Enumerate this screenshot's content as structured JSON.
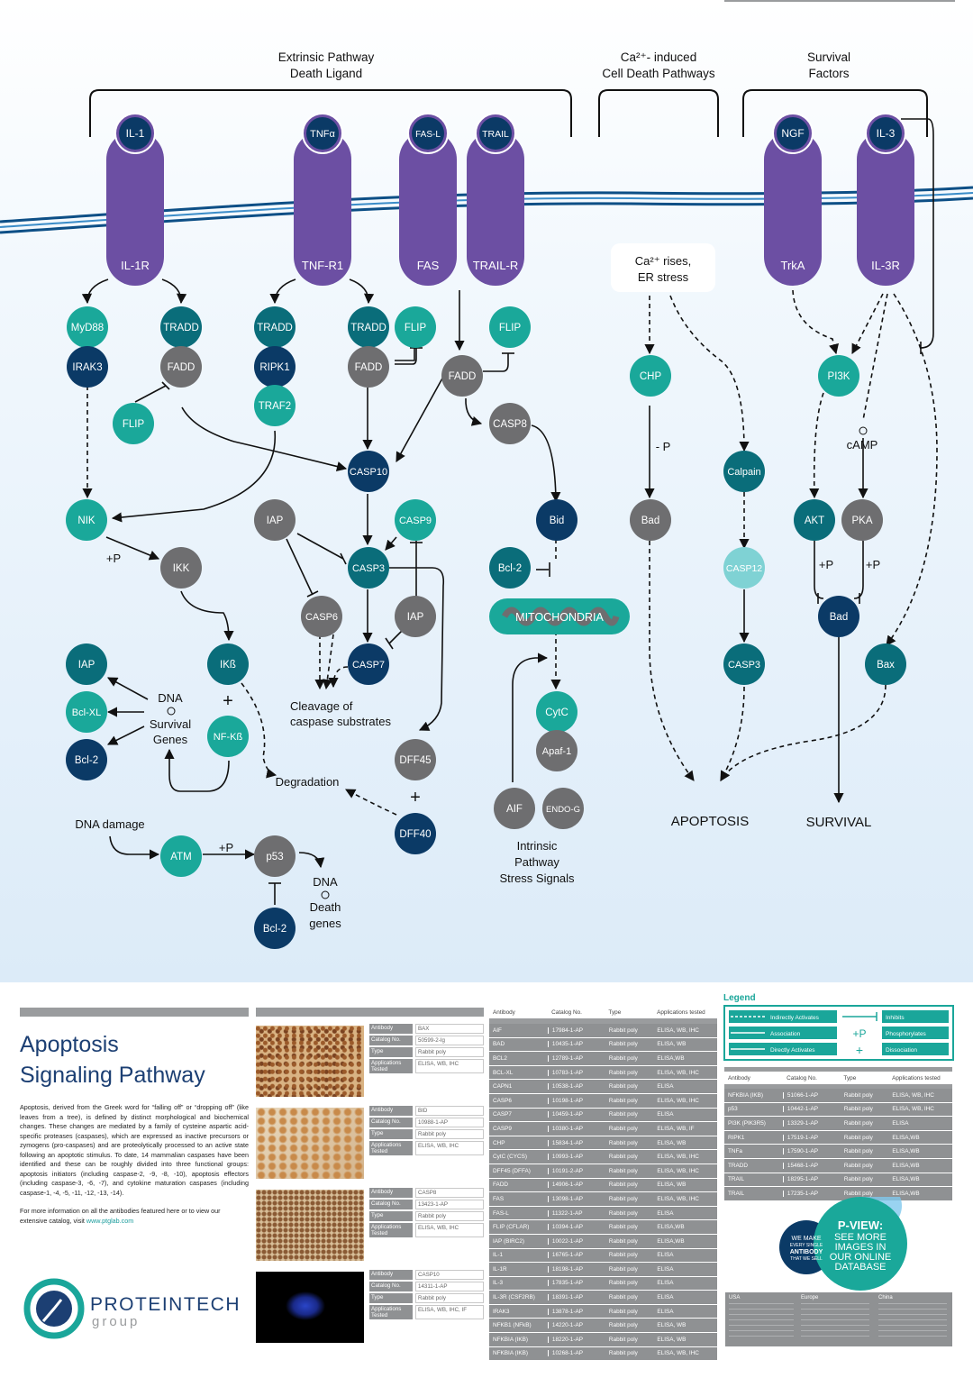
{
  "headers": {
    "extrinsic_line1": "Extrinsic Pathway",
    "extrinsic_line2": "Death Ligand",
    "ca_line1": "Ca²⁺- induced",
    "ca_line2": "Cell Death Pathways",
    "survival_line1": "Survival",
    "survival_line2": "Factors"
  },
  "ligands": {
    "il1": "IL-1",
    "tnfa": "TNFα",
    "fasl": "FAS-L",
    "trail": "TRAIL",
    "ngf": "NGF",
    "il3": "IL-3"
  },
  "receptors": {
    "il1r": "IL-1R",
    "tnfr1": "TNF-R1",
    "fas": "FAS",
    "trailr": "TRAIL-R",
    "trka": "TrkA",
    "il3r": "IL-3R"
  },
  "ca_box": {
    "line1": "Ca²⁺ rises,",
    "line2": "ER stress"
  },
  "nodes": {
    "myd88": "MyD88",
    "irak3": "IRAK3",
    "tradd1": "TRADD",
    "fadd1": "FADD",
    "flip1": "FLIP",
    "tradd2": "TRADD",
    "ripk1": "RIPK1",
    "traf2": "TRAF2",
    "tradd3": "TRADD",
    "fadd2": "FADD",
    "flip2": "FLIP",
    "fadd3": "FADD",
    "flip3": "FLIP",
    "casp8": "CASP8",
    "casp10": "CASP10",
    "nik": "NIK",
    "ikk": "IKK",
    "iap1": "IAP",
    "casp9": "CASP9",
    "casp3": "CASP3",
    "casp6": "CASP6",
    "iap2": "IAP",
    "casp7": "CASP7",
    "bid": "Bid",
    "bcl2a": "Bcl-2",
    "mito": "MITOCHONDRIA",
    "cytc": "CytC",
    "apaf1": "Apaf-1",
    "aif": "AIF",
    "endog": "ENDO-G",
    "chp": "CHP",
    "bad1": "Bad",
    "calpain": "Calpain",
    "casp12": "CASP12",
    "casp3b": "CASP3",
    "pi3k": "PI3K",
    "akt": "AKT",
    "pka": "PKA",
    "bad2": "Bad",
    "bax": "Bax",
    "iap3": "IAP",
    "bclxl": "Bcl-XL",
    "bcl2b": "Bcl-2",
    "ikb": "IKß",
    "nfkb": "NF-Kß",
    "dff45": "DFF45",
    "dff40": "DFF40",
    "atm": "ATM",
    "p53": "p53",
    "bcl2c": "Bcl-2"
  },
  "labels": {
    "plus_p1": "+P",
    "plus_p2": "+P",
    "plus_p3": "+P",
    "plus_p4": "+P",
    "minus_p": "- P",
    "camp": "cAMP",
    "cleavage1": "Cleavage of",
    "cleavage2": "caspase substrates",
    "dna1": "DNA",
    "survival_genes1": "Survival",
    "survival_genes2": "Genes",
    "degradation": "Degradation",
    "dna_damage": "DNA damage",
    "dna2": "DNA",
    "death_genes1": "Death",
    "death_genes2": "genes",
    "intrinsic1": "Intrinsic",
    "intrinsic2": "Pathway",
    "intrinsic3": "Stress Signals",
    "apoptosis": "APOPTOSIS",
    "survival": "SURVIVAL",
    "plus_sign1": "+",
    "plus_sign2": "+"
  },
  "title_line1": "Apoptosis",
  "title_line2": "Signaling Pathway",
  "description": "Apoptosis, derived from the Greek word for “falling off” or “dropping off” (like leaves from a tree), is defined by distinct morphological and biochemical changes. These changes are mediated by a family of cysteine aspartic acid-specific proteases (caspases), which are expressed as inactive precursors or zymogens (pro-caspases) and are proteolytically processed to an active state following an apoptotic stimulus. To date, 14 mammalian caspases have been identified and these can be roughly divided into three functional groups: apoptosis initiators (including caspase-2, -9, -8, -10), apoptosis effectors (including caspase-3, -6, -7), and cytokine maturation caspases (including caspase-1, -4, -5, -11, -12, -13, -14).",
  "more_info": "For more information on all the antibodies featured here or to view our extensive catalog, visit",
  "more_link": "www.ptglab.com",
  "logo_line1": "PROTEINTECH",
  "logo_line2": "group",
  "products": [
    {
      "antibody": "BAX",
      "catalog": "50599-2-Ig",
      "type": "Rabbit poly",
      "apps": "ELISA, WB, IHC"
    },
    {
      "antibody": "BID",
      "catalog": "10988-1-AP",
      "type": "Rabbit poly",
      "apps": "ELISA, WB, IHC"
    },
    {
      "antibody": "CASP8",
      "catalog": "13423-1-AP",
      "type": "Rabbit poly",
      "apps": "ELISA, WB, IHC"
    },
    {
      "antibody": "CASP10",
      "catalog": "14311-1-AP",
      "type": "Rabbit poly",
      "apps": "ELISA, WB, IHC, IF"
    }
  ],
  "product_keys": {
    "antibody": "Antibody",
    "catalog": "Catalog No.",
    "type": "Type",
    "apps": "Applications Tested"
  },
  "table_headers": {
    "antibody": "Antibody",
    "catalog": "Catalog No.",
    "type": "Type",
    "apps": "Applications tested"
  },
  "table1": [
    [
      "AIF",
      "17984-1-AP",
      "Rabbit poly",
      "ELISA, WB, IHC"
    ],
    [
      "BAD",
      "10435-1-AP",
      "Rabbit poly",
      "ELISA, WB"
    ],
    [
      "BCL2",
      "12789-1-AP",
      "Rabbit poly",
      "ELISA,WB"
    ],
    [
      "BCL-XL",
      "10783-1-AP",
      "Rabbit poly",
      "ELISA, WB, IHC"
    ],
    [
      "CAPN1",
      "10538-1-AP",
      "Rabbit poly",
      "ELISA"
    ],
    [
      "CASP6",
      "10198-1-AP",
      "Rabbit poly",
      "ELISA, WB, IHC"
    ],
    [
      "CASP7",
      "10459-1-AP",
      "Rabbit poly",
      "ELISA"
    ],
    [
      "CASP9",
      "10380-1-AP",
      "Rabbit poly",
      "ELISA, WB, IF"
    ],
    [
      "CHP",
      "15834-1-AP",
      "Rabbit poly",
      "ELISA, WB"
    ],
    [
      "CytC (CYCS)",
      "10993-1-AP",
      "Rabbit poly",
      "ELISA, WB, IHC"
    ],
    [
      "DFF45 (DFFA)",
      "10191-2-AP",
      "Rabbit poly",
      "ELISA, WB, IHC"
    ],
    [
      "FADD",
      "14906-1-AP",
      "Rabbit poly",
      "ELISA, WB"
    ],
    [
      "FAS",
      "13098-1-AP",
      "Rabbit poly",
      "ELISA, WB, IHC"
    ],
    [
      "FAS-L",
      "11322-1-AP",
      "Rabbit poly",
      "ELISA"
    ],
    [
      "FLIP (CFLAR)",
      "10394-1-AP",
      "Rabbit poly",
      "ELISA,WB"
    ],
    [
      "IAP (BIRC2)",
      "10022-1-AP",
      "Rabbit poly",
      "ELISA,WB"
    ],
    [
      "IL-1",
      "16765-1-AP",
      "Rabbit poly",
      "ELISA"
    ],
    [
      "IL-1R",
      "18198-1-AP",
      "Rabbit poly",
      "ELISA"
    ],
    [
      "IL-3",
      "17835-1-AP",
      "Rabbit poly",
      "ELISA"
    ],
    [
      "IL-3R (CSF2RB)",
      "18391-1-AP",
      "Rabbit poly",
      "ELISA"
    ],
    [
      "IRAK3",
      "13878-1-AP",
      "Rabbit poly",
      "ELISA"
    ],
    [
      "NFKB1 (NFkB)",
      "14220-1-AP",
      "Rabbit poly",
      "ELISA, WB"
    ],
    [
      "NFKBIA (IKB)",
      "18220-1-AP",
      "Rabbit poly",
      "ELISA, WB"
    ],
    [
      "NFKBIA (IKB)",
      "10268-1-AP",
      "Rabbit poly",
      "ELISA, WB, IHC"
    ]
  ],
  "legend_title": "Legend",
  "legend": {
    "indirect": "Indirectly Activates",
    "inhibits": "Inhibits",
    "association": "Association",
    "phosphorylates": "Phosphorylates",
    "direct": "Directly Activates",
    "dissociation": "Dissociation",
    "plus_p": "+P",
    "plus": "+"
  },
  "table2": [
    [
      "NFKBIA (IKB)",
      "51066-1-AP",
      "Rabbit poly",
      "ELISA, WB, IHC"
    ],
    [
      "p53",
      "10442-1-AP",
      "Rabbit poly",
      "ELISA, WB, IHC"
    ],
    [
      "PI3K (PIK3R5)",
      "13329-1-AP",
      "Rabbit poly",
      "ELISA"
    ],
    [
      "RIPK1",
      "17519-1-AP",
      "Rabbit poly",
      "ELISA,WB"
    ],
    [
      "TNFa",
      "17590-1-AP",
      "Rabbit poly",
      "ELISA,WB"
    ],
    [
      "TRADD",
      "15468-1-AP",
      "Rabbit poly",
      "ELISA,WB"
    ],
    [
      "TRAIL",
      "18295-1-AP",
      "Rabbit poly",
      "ELISA,WB"
    ],
    [
      "TRAIL",
      "17235-1-AP",
      "Rabbit poly",
      "ELISA,WB"
    ]
  ],
  "pview": {
    "left1": "WE MAKE",
    "left2": "EVERY SINGLE",
    "left3": "ANTIBODY",
    "left4": "THAT WE SELL",
    "right1": "P-VIEW:",
    "right2": "SEE MORE",
    "right3": "IMAGES IN",
    "right4": "OUR ONLINE",
    "right5": "DATABASE"
  },
  "contacts": {
    "usa": "USA",
    "europe": "Europe",
    "china": "China"
  },
  "colors": {
    "purple": "#6c4fa3",
    "teal": "#1aa89a",
    "dark_teal": "#0a6d7a",
    "navy": "#0b3a66",
    "grey": "#6e6e70",
    "light_teal": "#7fd2d4",
    "accent": "#1aa69a"
  }
}
